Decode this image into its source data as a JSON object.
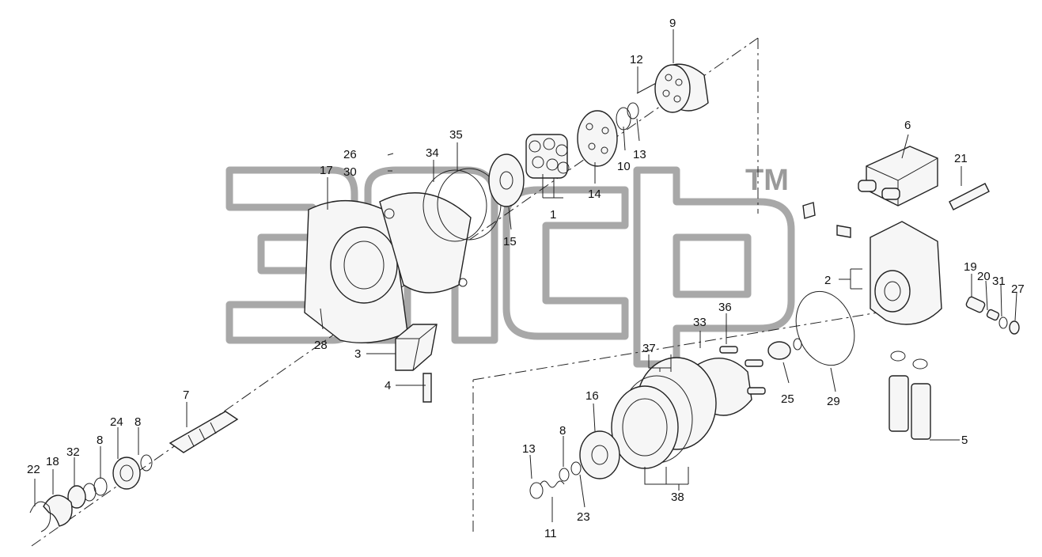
{
  "watermark": {
    "trademark": "TM"
  },
  "corner_mark": "",
  "callouts": {
    "p1": "1",
    "p2": "2",
    "p3": "3",
    "p4": "4",
    "p5": "5",
    "p6": "6",
    "p7": "7",
    "p8a": "8",
    "p8b": "8",
    "p8c": "8",
    "p9": "9",
    "p10": "10",
    "p11": "11",
    "p12": "12",
    "p13a": "13",
    "p13b": "13",
    "p14": "14",
    "p15": "15",
    "p16": "16",
    "p17": "17",
    "p18": "18",
    "p19": "19",
    "p20": "20",
    "p21": "21",
    "p22": "22",
    "p23": "23",
    "p24": "24",
    "p25": "25",
    "p26": "26",
    "p27": "27",
    "p28": "28",
    "p29": "29",
    "p30": "30",
    "p31": "31",
    "p32": "32",
    "p33": "33",
    "p34": "34",
    "p35": "35",
    "p36": "36",
    "p37": "37",
    "p38": "38"
  }
}
